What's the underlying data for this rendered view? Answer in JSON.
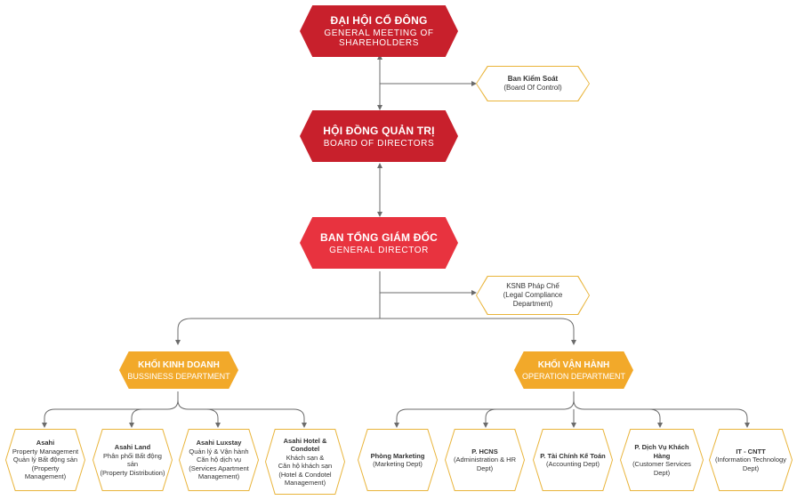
{
  "top": {
    "ghcd": {
      "line1": "ĐẠI HỘI CỔ ĐÔNG",
      "line2": "GENERAL MEETING OF",
      "line3": "SHAREHOLDERS"
    },
    "control": {
      "line1": "Ban Kiểm Soát",
      "line2": "(Board Of Control)"
    },
    "board": {
      "line1": "HỘI ĐỒNG QUẢN TRỊ",
      "line2": "BOARD OF DIRECTORS"
    },
    "director": {
      "line1": "BAN TỔNG GIÁM ĐỐC",
      "line2": "GENERAL DIRECTOR"
    },
    "legal": {
      "line1": "KSNB Pháp Chế",
      "line2": "(Legal Compliance",
      "line3": "Department)"
    }
  },
  "departments": {
    "business": {
      "line1": "KHỐI KINH DOANH",
      "line2": "BUSSINESS DEPARTMENT"
    },
    "operation": {
      "line1": "KHỐI VẬN HÀNH",
      "line2": "OPERATION DEPARTMENT"
    }
  },
  "business_units": [
    {
      "lines": [
        "Asahi",
        "Property  Management",
        "Quản lý Bất động sản",
        "(Property Management)"
      ]
    },
    {
      "lines": [
        "Asahi Land",
        "Phân phối Bất động sản",
        "(Property Distribution)"
      ]
    },
    {
      "lines": [
        "Asahi Luxstay",
        "Quản lý & Vận hành",
        "Căn hộ dịch vụ",
        "(Services Apartment",
        "Management)"
      ]
    },
    {
      "lines": [
        "Asahi Hotel &",
        "Condotel",
        "Khách sạn &",
        "Căn hộ khách sạn",
        "(Hotel & Condotel",
        "Management)"
      ]
    }
  ],
  "operation_units": [
    {
      "lines": [
        "Phòng Marketing",
        "(Marketing Dept)"
      ]
    },
    {
      "lines": [
        "P. HCNS",
        "(Administration & HR",
        "Dept)"
      ]
    },
    {
      "lines": [
        "P. Tài Chính Kế Toán",
        "(Accounting Dept)"
      ]
    },
    {
      "lines": [
        "P. Dịch Vụ Khách Hàng",
        "(Customer Services Dept)"
      ]
    },
    {
      "lines": [
        "IT - CNTT",
        "(Information Technology",
        "Dept)"
      ]
    }
  ],
  "colors": {
    "dark_red": "#c8202c",
    "red": "#e8333f",
    "orange": "#f2a92a",
    "outline": "#e9b43a",
    "line": "#6b6b6b"
  }
}
